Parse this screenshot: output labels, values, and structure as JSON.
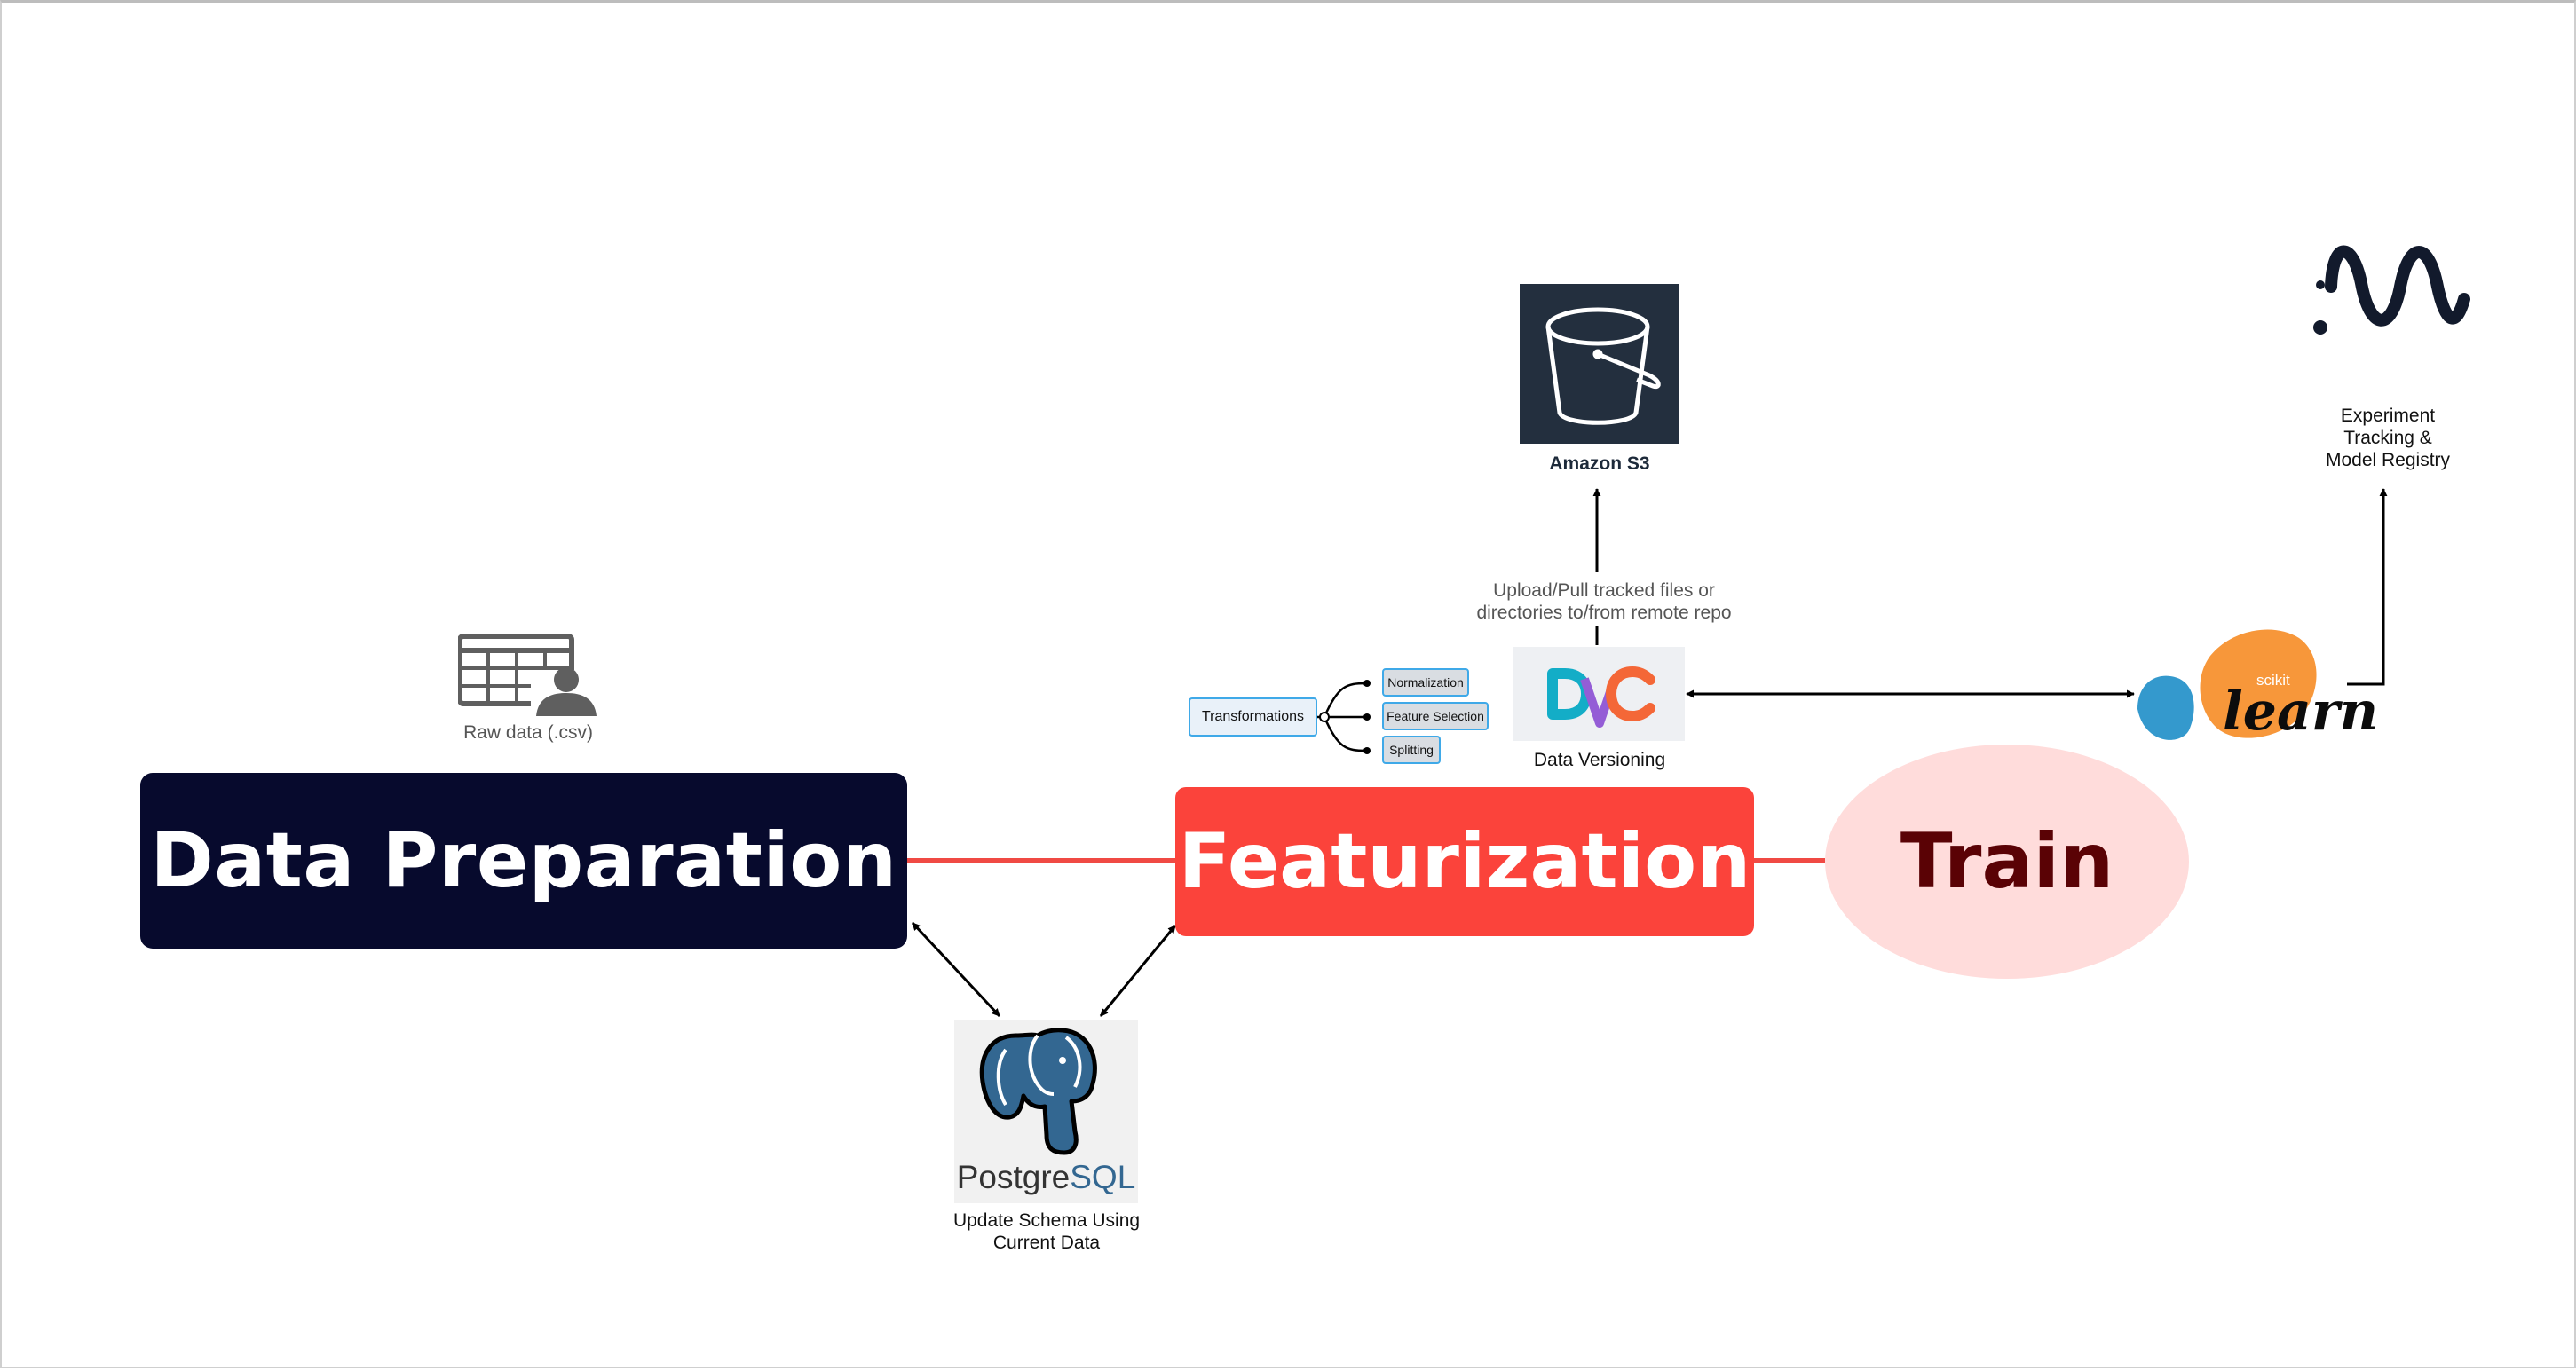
{
  "stages": {
    "data_preparation": "Data Preparation",
    "featurization": "Featurization",
    "train": "Train"
  },
  "raw_data": {
    "label": "Raw data (.csv)",
    "icon": "table-user-icon"
  },
  "s3": {
    "label": "Amazon S3",
    "icon": "bucket-icon"
  },
  "dvc": {
    "label": "Data Versioning",
    "logo_text": "DVC",
    "upload_note_line1": "Upload/Pull tracked files or",
    "upload_note_line2": "directories to/from remote repo"
  },
  "transformations": {
    "label": "Transformations",
    "steps": [
      "Normalization",
      "Feature Selection",
      "Splitting"
    ]
  },
  "postgres": {
    "logo_text_a": "Postgre",
    "logo_text_b": "SQL",
    "label_line1": "Update Schema Using",
    "label_line2": "Current Data"
  },
  "sklearn": {
    "logo_small": "scikit",
    "logo_big": "learn"
  },
  "tracking": {
    "label_line1": "Experiment",
    "label_line2": "Tracking &",
    "label_line3": "Model Registry",
    "icon": "wave-logo-icon"
  },
  "colors": {
    "prep": "#070a2d",
    "feat": "#fb433b",
    "train_fill": "#ffdcdb",
    "train_text": "#5a0205",
    "connector": "#f04a44",
    "s3_bg": "#232f3e",
    "postgres_blue": "#336791",
    "sklearn_orange": "#f7973a",
    "sklearn_blue": "#3499cd",
    "dvc_teal": "#13adc7",
    "dvc_purple": "#945dd6",
    "dvc_orange": "#f46737"
  }
}
